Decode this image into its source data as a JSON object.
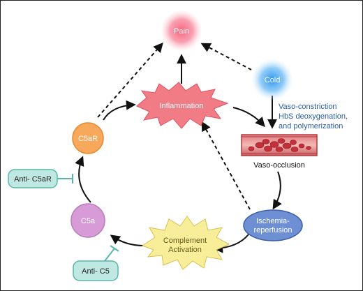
{
  "nodes": {
    "pain": "Pain",
    "cold": "Cold",
    "inflammation": "Inflammation",
    "c5ar": "C5aR",
    "c5a": "C5a",
    "anti_c5ar": "Anti- C5aR",
    "anti_c5": "Anti- C5",
    "complement_line1": "Complement",
    "complement_line2": "Activation",
    "ischemia_line1": "Ischemia-",
    "ischemia_line2": "reperfusion",
    "vaso_occlusion": "Vaso-occlusion"
  },
  "cold_effects": [
    "Vaso-constriction",
    "HbS deoxygenation,",
    "and polymerization"
  ],
  "colors": {
    "pain_glow": "#f0607a",
    "cold_glow": "#3a9ff0",
    "inflammation": "#f27c86",
    "c5ar": "#f7a85a",
    "c5a": "#d79bd8",
    "antibody_box": "#bfe8e2",
    "complement": "#f8ee9a",
    "ischemia": "#6e8fd4",
    "vessel": "#c42f38",
    "cold_text": "#2a5fa8"
  }
}
